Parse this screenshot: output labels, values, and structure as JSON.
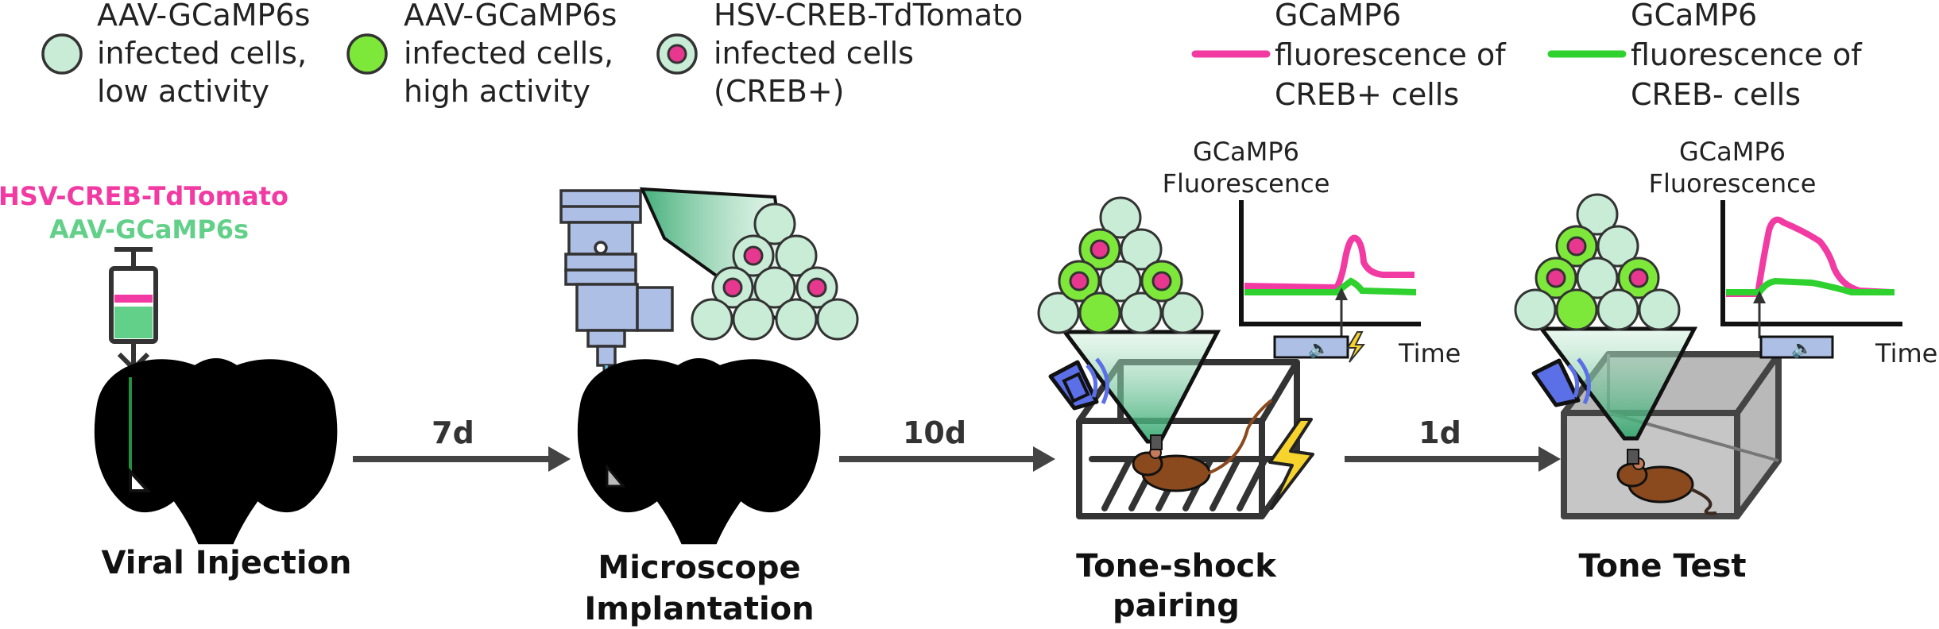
{
  "legend": {
    "low_activity": [
      "AAV-GCaMP6s",
      "infected cells,",
      "low activity"
    ],
    "high_activity": [
      "AAV-GCaMP6s",
      "infected cells,",
      "high activity"
    ],
    "creb": [
      "HSV-CREB-TdTomato",
      "infected cells",
      "(CREB+)"
    ],
    "creb_pos_trace": [
      "GCaMP6",
      "fluorescence of",
      "CREB+ cells"
    ],
    "creb_neg_trace": [
      "GCaMP6",
      "fluorescence of",
      "CREB- cells"
    ]
  },
  "injection": {
    "line1": "HSV-CREB-TdTomato",
    "line2": "AAV-GCaMP6s"
  },
  "arrows": {
    "a1": "7d",
    "a2": "10d",
    "a3": "1d"
  },
  "stages": {
    "s1": [
      "Viral Injection"
    ],
    "s2": [
      "Microscope",
      "Implantation"
    ],
    "s3": [
      "Tone-shock",
      "pairing"
    ],
    "s4": [
      "Tone Test"
    ]
  },
  "plots": {
    "p1": {
      "title": [
        "GCaMP6",
        "Fluorescence"
      ],
      "xlabel": "Time"
    },
    "p2": {
      "title": [
        "GCaMP6",
        "Fluorescence"
      ],
      "xlabel": "Time"
    }
  },
  "colors": {
    "low": "#c8ecd6",
    "high": "#7ee83a",
    "creb": "#e8378f",
    "pink": "#f23aa3",
    "green": "#2fd12f",
    "dark": "#333333",
    "microscope": "#aebfe6",
    "speaker": "#5b6fe6",
    "mouse": "#8b4a1e",
    "bolt": "#f7d42d",
    "inj_green": "#63d08a"
  }
}
